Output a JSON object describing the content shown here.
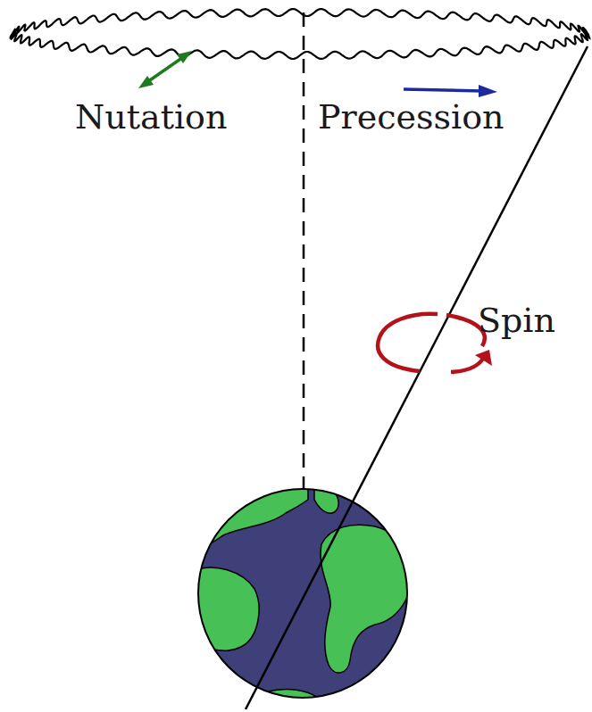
{
  "diagram": {
    "labels": [
      "Nutation",
      "Precession",
      "Spin"
    ]
  }
}
